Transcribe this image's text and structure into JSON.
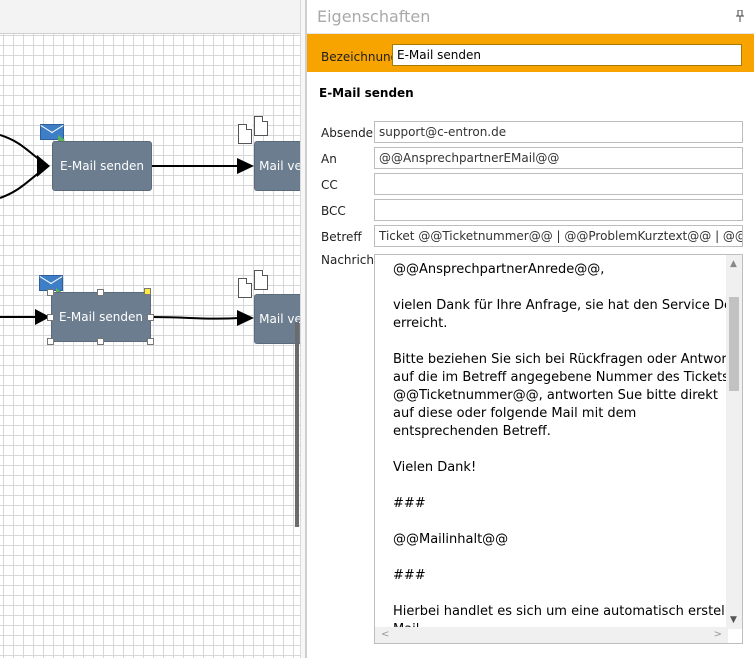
{
  "window": {
    "panel_title": "Eigenschaften"
  },
  "canvas": {
    "nodes": [
      {
        "label": "E-Mail senden"
      },
      {
        "label": "Mail ve"
      },
      {
        "label": "E-Mail senden"
      },
      {
        "label": "Mail ve"
      }
    ]
  },
  "properties": {
    "bezeichnung_label": "Bezeichnung",
    "bezeichnung_value": "E-Mail senden",
    "section_title": "E-Mail senden",
    "fields": [
      {
        "label": "Absender",
        "value": "support@c-entron.de"
      },
      {
        "label": "An",
        "value": "@@AnsprechpartnerEMail@@"
      },
      {
        "label": "CC",
        "value": ""
      },
      {
        "label": "BCC",
        "value": ""
      },
      {
        "label": "Betreff",
        "value": "Ticket @@Ticketnummer@@ | @@ProblemKurztext@@ | @@Kund"
      }
    ],
    "message_label": "Nachricht",
    "message_lines": [
      "@@AnsprechpartnerAnrede@@,",
      "",
      "vielen Dank für Ihre Anfrage, sie hat den Service Desk",
      "erreicht.",
      "",
      "Bitte beziehen Sie sich bei Rückfragen oder Antworten",
      "auf die im Betreff angegebene Nummer des Tickets",
      "@@Ticketnummer@@, antworten Sue bitte direkt",
      "auf diese oder folgende Mail mit dem",
      "entsprechenden Betreff.",
      "",
      "Vielen Dank!",
      "",
      "###",
      "",
      "@@Mailinhalt@@",
      "",
      "###",
      "",
      "Hierbei handlet es sich um eine automatisch erstellte",
      "Mail."
    ]
  },
  "colors": {
    "accent_bar": "#f7a300",
    "node_fill": "#6b7d8f",
    "mail_icon": "#3e7ec7"
  }
}
